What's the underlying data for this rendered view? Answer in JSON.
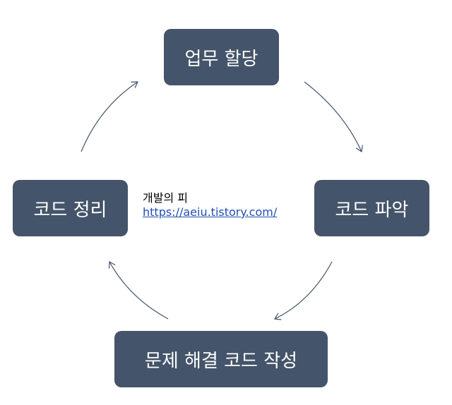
{
  "nodes": {
    "top": "업무 할당",
    "right": "코드 파악",
    "bottom": "문제 해결 코드 작성",
    "left": "코드 정리"
  },
  "watermark": {
    "title": "개발의 피",
    "url": "https://aeiu.tistory.com/"
  },
  "colors": {
    "node_fill": "#44546a",
    "node_text": "#ffffff",
    "arrow": "#44546a",
    "link": "#1f4fb4"
  }
}
